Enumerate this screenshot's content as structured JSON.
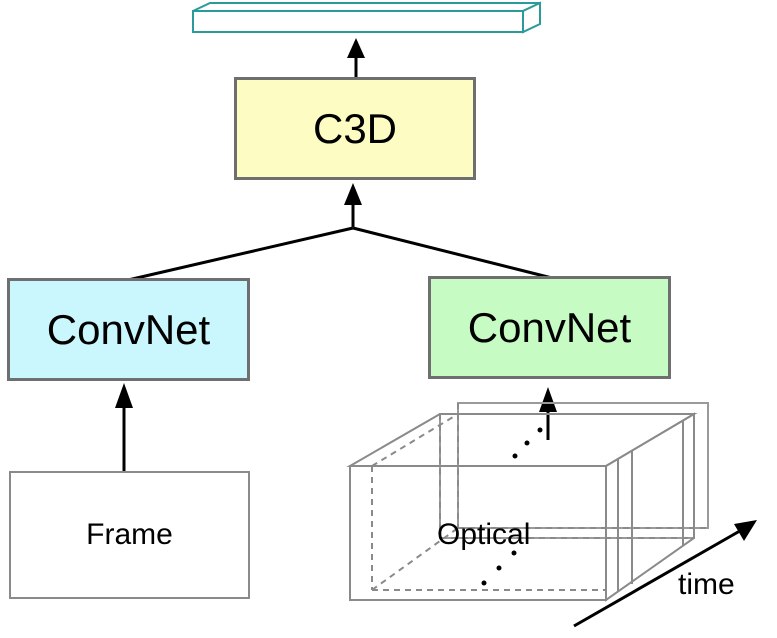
{
  "diagram": {
    "top_node": {
      "label": "C3D",
      "fill": "#fdfdc3"
    },
    "left_branch": {
      "convnet_label": "ConvNet",
      "fill": "#c9f7fd",
      "input_label": "Frame"
    },
    "right_branch": {
      "convnet_label": "ConvNet",
      "fill": "#c6fbc3",
      "input_label": "Optical"
    },
    "axis_label": "time",
    "output_bar_color": "#2a9a9a",
    "stroke_color": "#6f6f6f"
  }
}
